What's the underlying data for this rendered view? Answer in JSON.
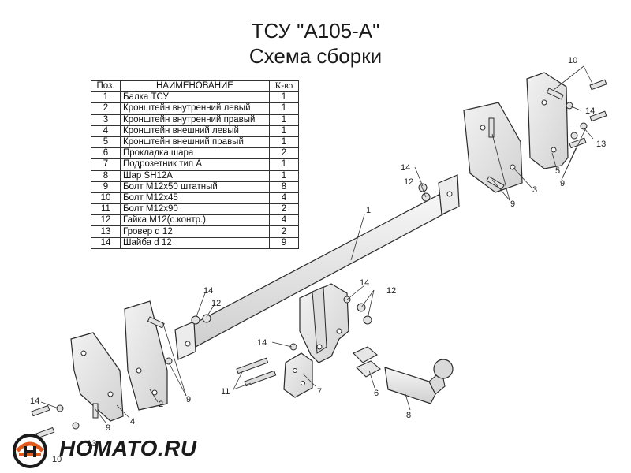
{
  "header": {
    "title": "ТСУ \"А105-А\"",
    "subtitle": "Схема сборки"
  },
  "table": {
    "columns": [
      "Поз.",
      "НАИМЕНОВАНИЕ",
      "К-во"
    ],
    "rows": [
      {
        "pos": "1",
        "name": "Балка ТСУ",
        "qty": "1"
      },
      {
        "pos": "2",
        "name": "Кронштейн внутренний левый",
        "qty": "1"
      },
      {
        "pos": "3",
        "name": "Кронштейн внутренний правый",
        "qty": "1"
      },
      {
        "pos": "4",
        "name": "Кронштейн внешний левый",
        "qty": "1"
      },
      {
        "pos": "5",
        "name": "Кронштейн внешний правый",
        "qty": "1"
      },
      {
        "pos": "6",
        "name": "Прокладка шара",
        "qty": "2"
      },
      {
        "pos": "7",
        "name": "Подрозетник тип А",
        "qty": "1"
      },
      {
        "pos": "8",
        "name": "Шар SH12A",
        "qty": "1"
      },
      {
        "pos": "9",
        "name": "Болт М12х50 штатный",
        "qty": "8"
      },
      {
        "pos": "10",
        "name": "Болт М12х45",
        "qty": "4"
      },
      {
        "pos": "11",
        "name": "Болт М12х90",
        "qty": "2"
      },
      {
        "pos": "12",
        "name": "Гайка М12(с.контр.)",
        "qty": "4"
      },
      {
        "pos": "13",
        "name": "Гровер d 12",
        "qty": "2"
      },
      {
        "pos": "14",
        "name": "Шайба d 12",
        "qty": "9"
      }
    ]
  },
  "callouts": {
    "c1": "1",
    "c2": "2",
    "c3": "3",
    "c4": "4",
    "c5": "5",
    "c6": "6",
    "c7": "7",
    "c8": "8",
    "c9a": "9",
    "c9b": "9",
    "c9c": "9",
    "c9d": "9",
    "c10a": "10",
    "c10b": "10",
    "c11": "11",
    "c12a": "12",
    "c12b": "12",
    "c12c": "12",
    "c13a": "13",
    "c13b": "13",
    "c14a": "14",
    "c14b": "14",
    "c14c": "14",
    "c14d": "14",
    "c14e": "14",
    "c14f": "14"
  },
  "logo": {
    "text": "HOMATO.RU",
    "accent_color": "#e05a1c",
    "icon": "homato-car-logo-icon"
  },
  "colors": {
    "part_fill": "#e4e4e4",
    "part_stroke": "#2a2a2a",
    "leader": "#333333"
  }
}
